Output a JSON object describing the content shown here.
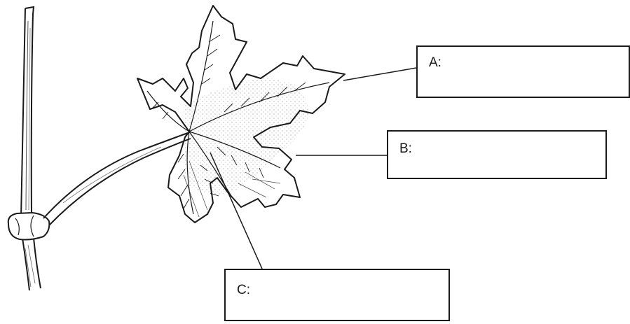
{
  "labels": {
    "a": "A:",
    "b": "B:",
    "c": "C:"
  },
  "colors": {
    "ink": "#1a1a1a",
    "background": "#ffffff",
    "shading": "#8a8a8a"
  }
}
